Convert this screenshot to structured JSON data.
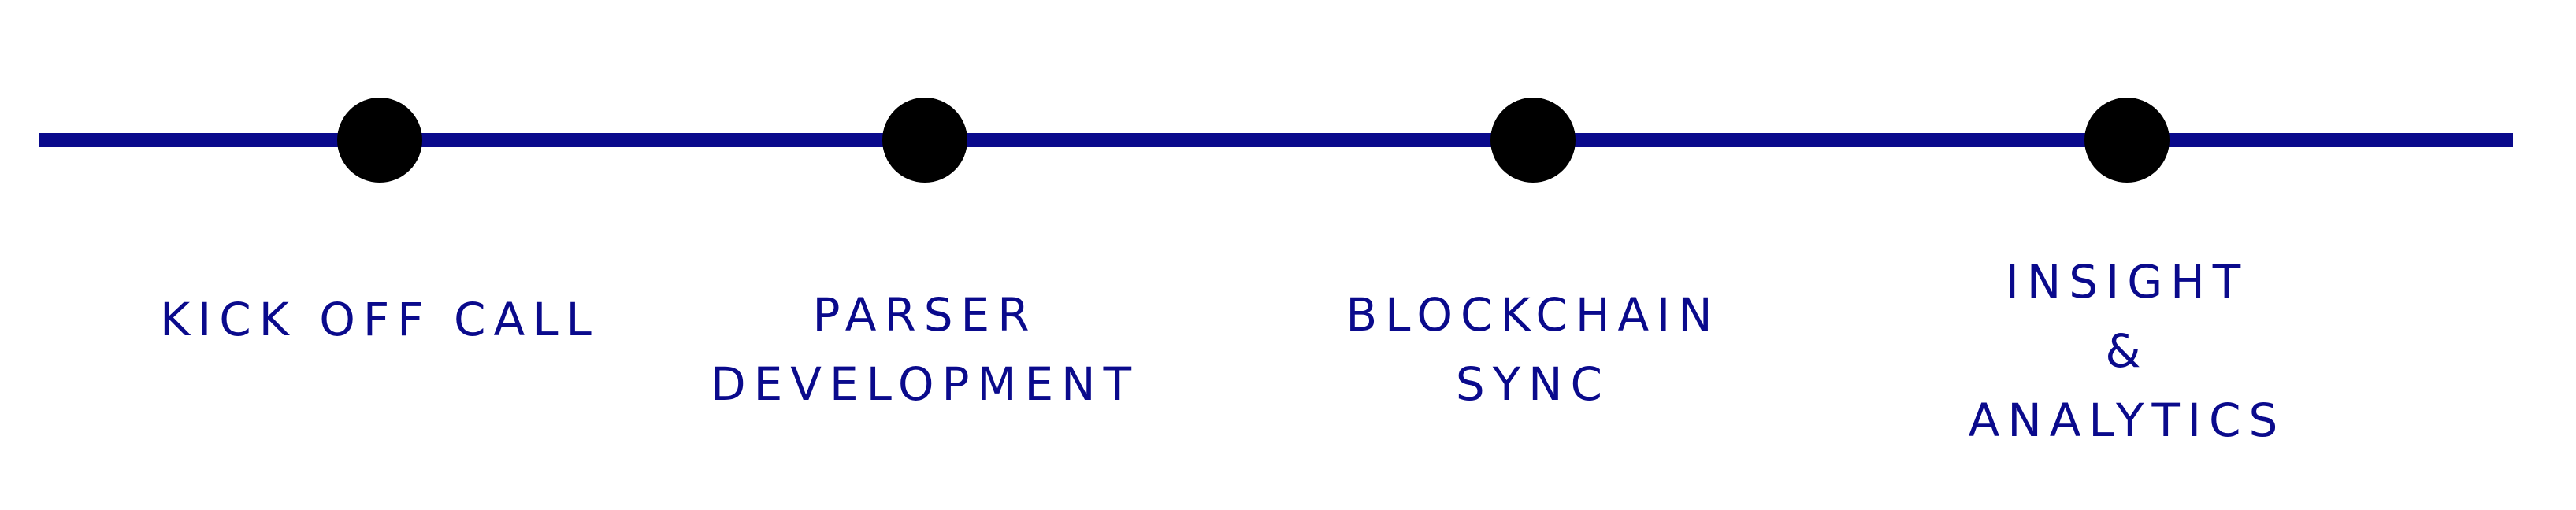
{
  "colors": {
    "line": "#0a0a8c",
    "node": "#000000",
    "label": "#0a0a8c"
  },
  "milestones": [
    {
      "lines": [
        "KICK OFF CALL"
      ]
    },
    {
      "lines": [
        "PARSER",
        "DEVELOPMENT"
      ]
    },
    {
      "lines": [
        "BLOCKCHAIN",
        "SYNC"
      ]
    },
    {
      "lines": [
        "INSIGHT",
        "&",
        "ANALYTICS"
      ]
    }
  ]
}
